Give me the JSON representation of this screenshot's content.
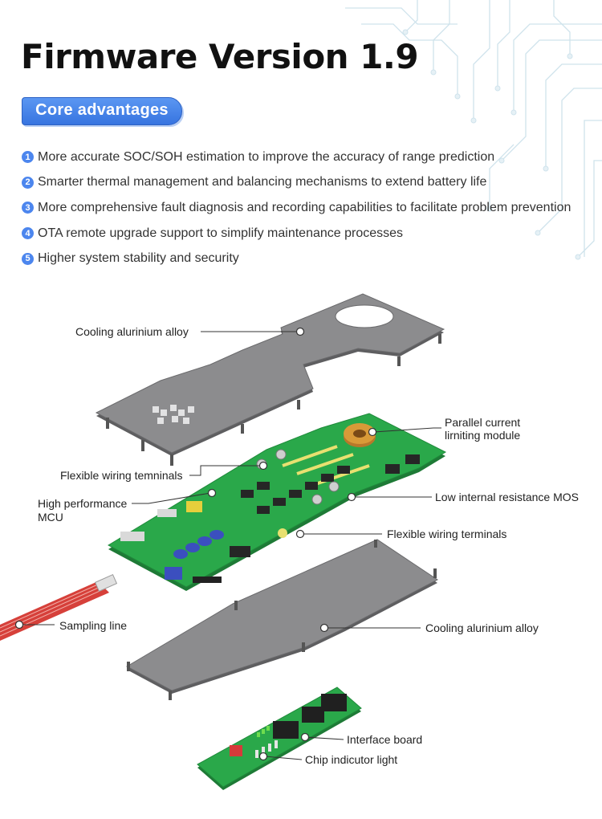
{
  "title": "Firmware Version 1.9",
  "section_label": "Core advantages",
  "advantages": [
    {
      "num": "1",
      "text": "More accurate SOC/SOH estimation to improve the accuracy of range prediction"
    },
    {
      "num": "2",
      "text": "Smarter thermal management and balancing mechanisms to extend battery life"
    },
    {
      "num": "3",
      "text": "More comprehensive fault diagnosis and recording capabilities to facilitate problem prevention"
    },
    {
      "num": "4",
      "text": "OTA remote upgrade support to simplify maintenance processes"
    },
    {
      "num": "5",
      "text": "Higher system stability and security"
    }
  ],
  "callouts": {
    "cooling_top": "Cooling alurinium alloy",
    "parallel_line1": "Parallel current",
    "parallel_line2": "lirniting module",
    "flexible_top": "Flexible wiring temninals",
    "mcu_line1": "High performance",
    "mcu_line2": "MCU",
    "mos": "Low internal resistance MOS",
    "flexible_bottom": "Flexible wiring terminals",
    "sampling": "Sampling line",
    "cooling_bottom": "Cooling alurinium alloy",
    "interface": "Interface board",
    "indicator": "Chip indicutor light"
  },
  "colors": {
    "accent": "#3f7ee8",
    "plate": "#8c8c8e",
    "pcb": "#2aa84a",
    "cable": "#d6403a",
    "copper": "#d99a38"
  }
}
